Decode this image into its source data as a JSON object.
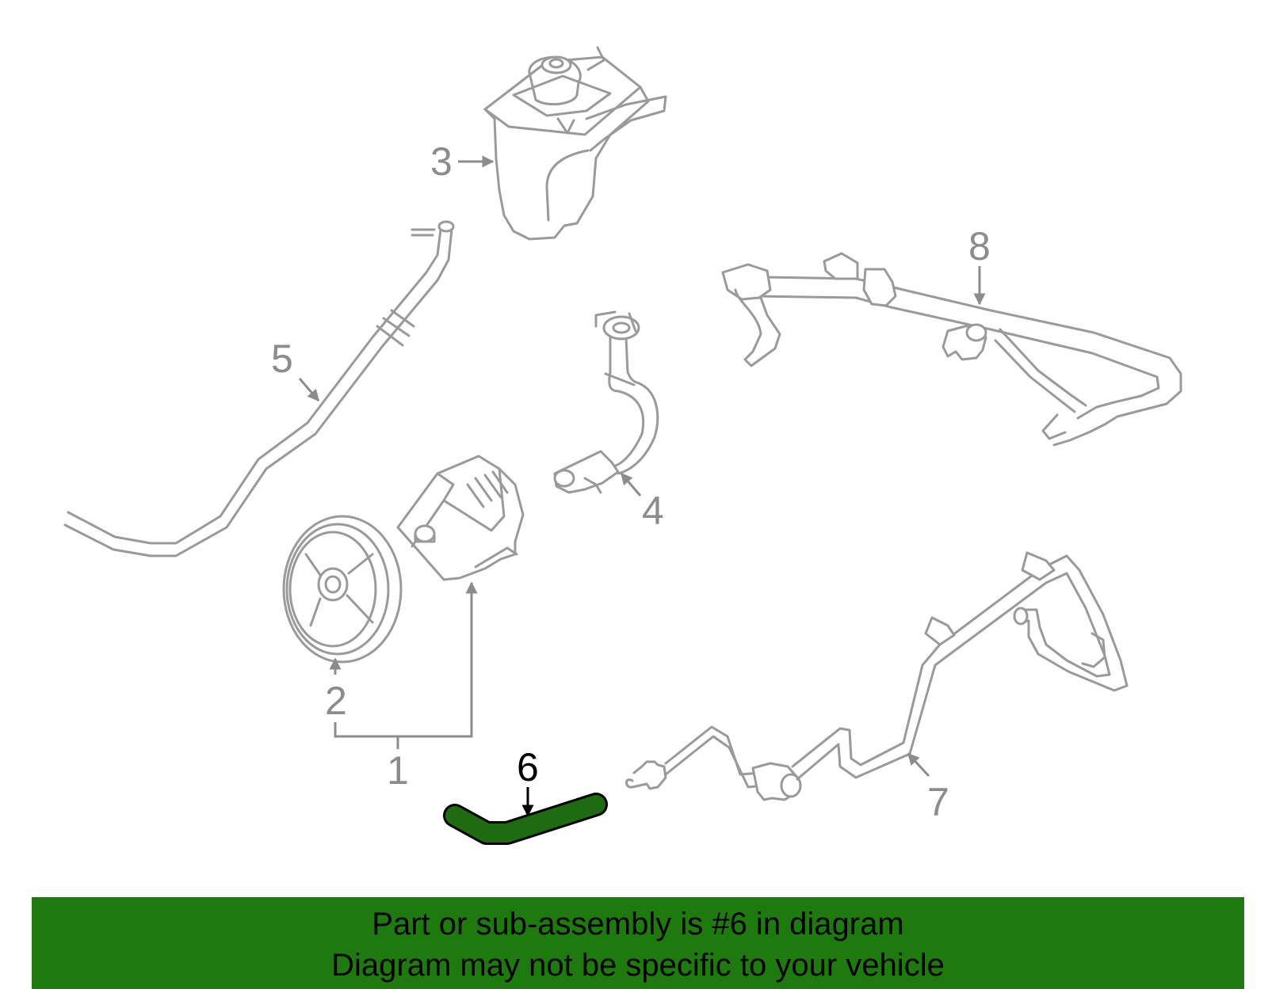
{
  "diagram": {
    "callouts": {
      "c1": "1",
      "c2": "2",
      "c3": "3",
      "c4": "4",
      "c5": "5",
      "c6": "6",
      "c7": "7",
      "c8": "8"
    },
    "highlighted_part": "6",
    "colors": {
      "highlight_fill": "#1e6b12",
      "line_art": "#9a9a9a",
      "banner_background": "#1e7a0f"
    }
  },
  "banner": {
    "line1": "Part or sub-assembly is #6 in diagram",
    "line2": "Diagram may not be specific to your vehicle"
  }
}
